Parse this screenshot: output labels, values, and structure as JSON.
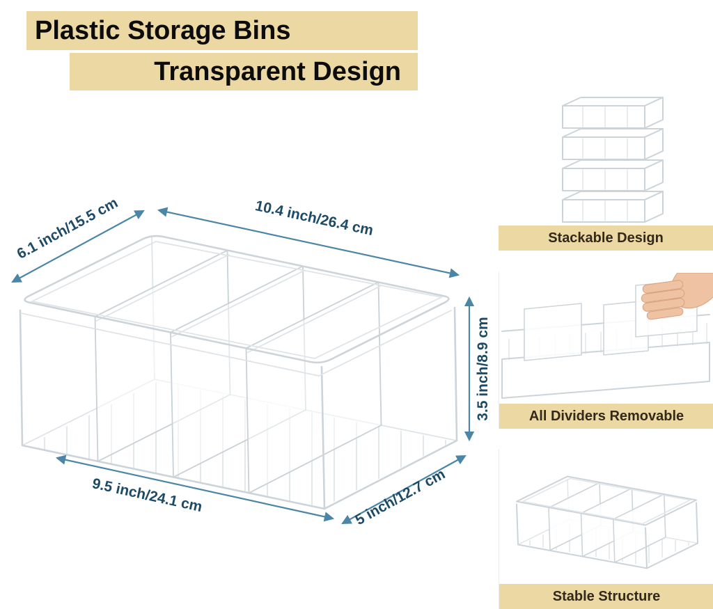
{
  "title": {
    "line1": "Plastic Storage Bins",
    "line2": "Transparent Design"
  },
  "diagram": {
    "subject": "transparent 4-compartment plastic storage bin with removable dividers",
    "labels": {
      "top_width": "10.4 inch/26.4 cm",
      "left_depth": "6.1 inch/15.5 cm",
      "height": "3.5 inch/8.9 cm",
      "bottom_length": "9.5 inch/24.1 cm",
      "bottom_depth": "5 inch/12.7 cm"
    }
  },
  "features": [
    {
      "caption": "Stackable Design",
      "illustration": "stacked-bins"
    },
    {
      "caption": "All Dividers Removable",
      "illustration": "hand-removing-divider"
    },
    {
      "caption": "Stable Structure",
      "illustration": "bin-with-dividers"
    }
  ],
  "colors": {
    "highlight_bg": "#ecd8a3",
    "dimension_line": "#4b86a6",
    "dimension_text": "#1d4a66",
    "caption_text": "#33291a",
    "bin_outline": "#ccd4d9"
  }
}
